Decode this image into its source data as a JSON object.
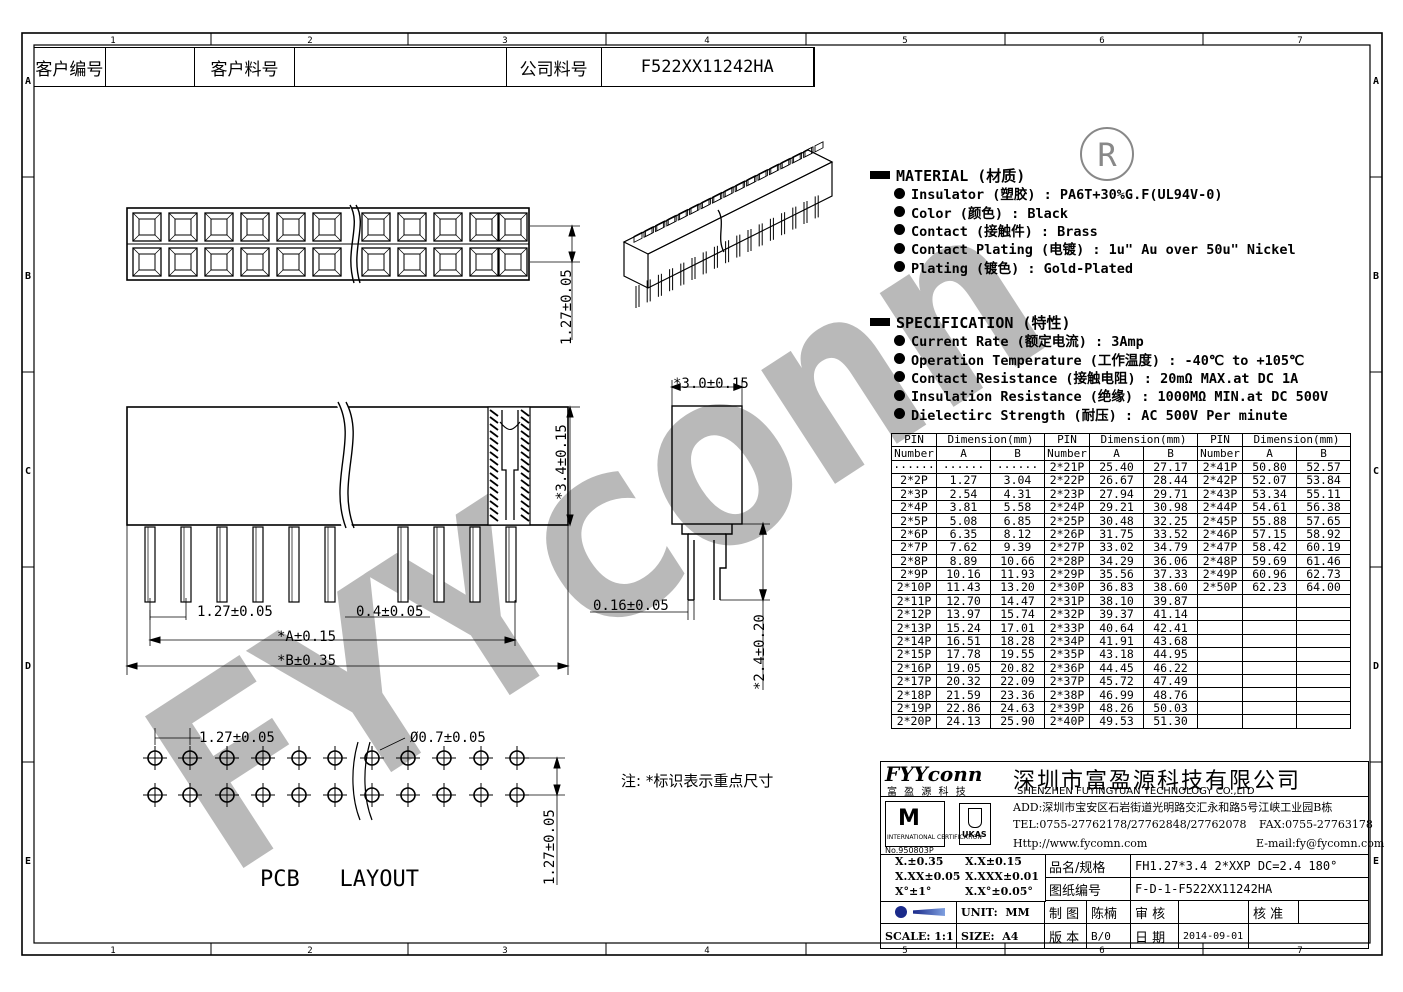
{
  "border": {
    "cols_top": [
      "1",
      "2",
      "3",
      "4",
      "5",
      "6",
      "7"
    ],
    "cols_bottom": [
      "1",
      "2",
      "3",
      "4",
      "5",
      "6",
      "7"
    ],
    "rows_left": [
      "A",
      "B",
      "C",
      "D",
      "E"
    ],
    "rows_right": [
      "A",
      "B",
      "C",
      "D",
      "E"
    ]
  },
  "header": {
    "customer_no_label": "客户编号",
    "customer_no_value": "",
    "customer_part_label": "客户料号",
    "customer_part_value": "",
    "company_part_label": "公司料号",
    "company_part_value": "F522XX11242HA"
  },
  "registered_mark": "R",
  "watermark": "FYYconn",
  "material": {
    "title": "MATERIAL (材质)",
    "items": [
      "Insulator (塑胶) : PA6T+30%G.F(UL94V-0)",
      "Color (颜色) : Black",
      "Contact (接触件) : Brass",
      "Contact Plating (电镀) : 1u\" Au over 50u\" Nickel",
      "Plating (镀色) : Gold-Plated"
    ]
  },
  "specification": {
    "title": "SPECIFICATION (特性)",
    "items": [
      "Current Rate (额定电流) :  3Amp",
      "Operation Temperature (工作温度) : -40℃ to +105℃",
      "Contact Resistance (接触电阻) : 20mΩ  MAX.at DC 1A",
      "Insulation Resistance (绝缘) : 1000MΩ  MIN.at DC 500V",
      "Dielectirc Strength (耐压) : AC 500V Per minute"
    ]
  },
  "dim_table": {
    "head_pin": "PIN",
    "head_number": "Number",
    "head_dimension": "Dimension(mm)",
    "head_a": "A",
    "head_b": "B",
    "rows": [
      [
        "······",
        "······",
        "······",
        "2*21P",
        "25.40",
        "27.17",
        "2*41P",
        "50.80",
        "52.57"
      ],
      [
        "2*2P",
        "1.27",
        "3.04",
        "2*22P",
        "26.67",
        "28.44",
        "2*42P",
        "52.07",
        "53.84"
      ],
      [
        "2*3P",
        "2.54",
        "4.31",
        "2*23P",
        "27.94",
        "29.71",
        "2*43P",
        "53.34",
        "55.11"
      ],
      [
        "2*4P",
        "3.81",
        "5.58",
        "2*24P",
        "29.21",
        "30.98",
        "2*44P",
        "54.61",
        "56.38"
      ],
      [
        "2*5P",
        "5.08",
        "6.85",
        "2*25P",
        "30.48",
        "32.25",
        "2*45P",
        "55.88",
        "57.65"
      ],
      [
        "2*6P",
        "6.35",
        "8.12",
        "2*26P",
        "31.75",
        "33.52",
        "2*46P",
        "57.15",
        "58.92"
      ],
      [
        "2*7P",
        "7.62",
        "9.39",
        "2*27P",
        "33.02",
        "34.79",
        "2*47P",
        "58.42",
        "60.19"
      ],
      [
        "2*8P",
        "8.89",
        "10.66",
        "2*28P",
        "34.29",
        "36.06",
        "2*48P",
        "59.69",
        "61.46"
      ],
      [
        "2*9P",
        "10.16",
        "11.93",
        "2*29P",
        "35.56",
        "37.33",
        "2*49P",
        "60.96",
        "62.73"
      ],
      [
        "2*10P",
        "11.43",
        "13.20",
        "2*30P",
        "36.83",
        "38.60",
        "2*50P",
        "62.23",
        "64.00"
      ],
      [
        "2*11P",
        "12.70",
        "14.47",
        "2*31P",
        "38.10",
        "39.87",
        "",
        "",
        ""
      ],
      [
        "2*12P",
        "13.97",
        "15.74",
        "2*32P",
        "39.37",
        "41.14",
        "",
        "",
        ""
      ],
      [
        "2*13P",
        "15.24",
        "17.01",
        "2*33P",
        "40.64",
        "42.41",
        "",
        "",
        ""
      ],
      [
        "2*14P",
        "16.51",
        "18.28",
        "2*34P",
        "41.91",
        "43.68",
        "",
        "",
        ""
      ],
      [
        "2*15P",
        "17.78",
        "19.55",
        "2*35P",
        "43.18",
        "44.95",
        "",
        "",
        ""
      ],
      [
        "2*16P",
        "19.05",
        "20.82",
        "2*36P",
        "44.45",
        "46.22",
        "",
        "",
        ""
      ],
      [
        "2*17P",
        "20.32",
        "22.09",
        "2*37P",
        "45.72",
        "47.49",
        "",
        "",
        ""
      ],
      [
        "2*18P",
        "21.59",
        "23.36",
        "2*38P",
        "46.99",
        "48.76",
        "",
        "",
        ""
      ],
      [
        "2*19P",
        "22.86",
        "24.63",
        "2*39P",
        "48.26",
        "50.03",
        "",
        "",
        ""
      ],
      [
        "2*20P",
        "24.13",
        "25.90",
        "2*40P",
        "49.53",
        "51.30",
        "",
        "",
        ""
      ]
    ]
  },
  "dims": {
    "top_pitch": "1.27±0.05",
    "height": "*3.4±0.15",
    "side_width": "*3.0±0.15",
    "pitch": "1.27±0.05",
    "pin_width": "0.4±0.05",
    "dim_a": "*A±0.15",
    "dim_b": "*B±0.35",
    "side_thickness": "0.16±0.05",
    "pin_length": "*2.4±0.20",
    "pcb_pitch": "1.27±0.05",
    "pcb_hole": "Ø0.7±0.05",
    "pcb_row_pitch": "1.27±0.05"
  },
  "pcb_label": "PCB   LAYOUT",
  "note": "注: *标识表示重点尺寸",
  "company": {
    "logo_text": "FYYconn",
    "logo_sub": "富 盈 源 科 技",
    "name_cn": "深圳市富盈源科技有限公司",
    "name_en": "SHENZHEN FUYINGYUAN TECHNOLOGY CO.,LTD",
    "address": "ADD:深圳市宝安区石岩街道光明路交汇永和路5号江峡工业园B栋",
    "tel": "TEL:0755-27762178/27762848/27762078",
    "fax": "FAX:0755-27763178",
    "http": "Http://www.fycomn.com",
    "email": "E-mail:fy@fycomn.com",
    "cert_label": "No.950803P",
    "cert_small": "INTERNATIONAL CERTIFICATION",
    "ukas_label": "UKAS"
  },
  "tolerances": {
    "t1": "X.±0.35",
    "t2": "X.X±0.15",
    "t3": "X.XX±0.05",
    "t4": "X.XXX±0.01",
    "t5": "X°±1°",
    "t6": "X.X°±0.05°"
  },
  "title_block": {
    "product_label": "品名/规格",
    "product_value": "FH1.27*3.4  2*XXP  DC=2.4  180°",
    "drawing_no_label": "图纸编号",
    "drawing_no_value": "F-D-1-F522XX11242HA",
    "unit_label": "UNIT:",
    "unit_value": "MM",
    "draw_label": "制 图",
    "draw_value": "陈楠",
    "check_label": "审 核",
    "check_value": "",
    "approve_label": "核 准",
    "approve_value": "",
    "scale_label": "SCALE:",
    "scale_value": "1:1",
    "size_label": "SIZE:",
    "size_value": "A4",
    "version_label": "版 本",
    "version_value": "B/0",
    "date_label": "日 期",
    "date_value": "2014-09-01"
  }
}
